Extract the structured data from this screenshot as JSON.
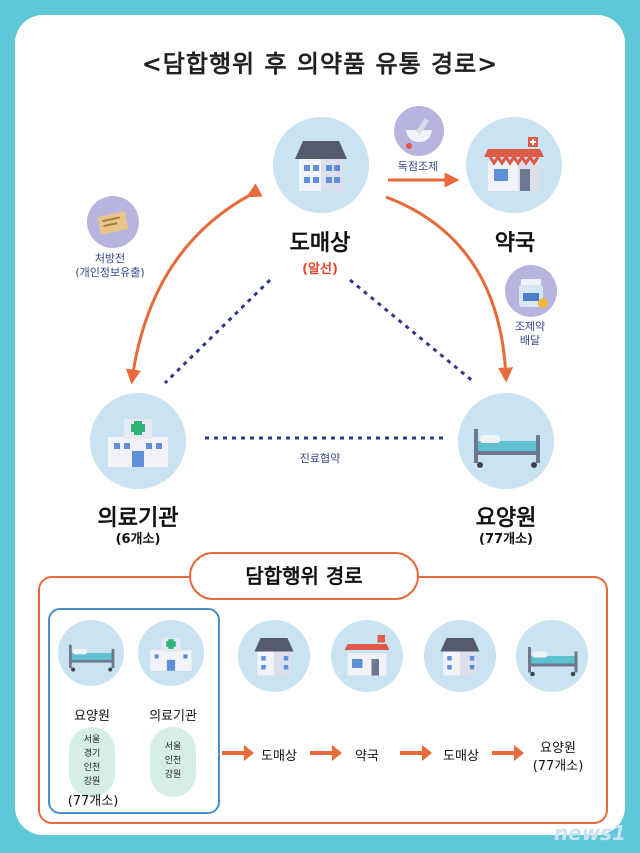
{
  "title": "<담합행위 후 의약품 유통 경로>",
  "nodes": {
    "wholesaler": {
      "label": "도매상",
      "sub": "(알선)"
    },
    "pharmacy": {
      "label": "약국"
    },
    "medical": {
      "label": "의료기관",
      "sub": "(6개소)"
    },
    "nursing": {
      "label": "요양원",
      "sub": "(77개소)"
    }
  },
  "edges": {
    "prescription": {
      "line1": "처방전",
      "line2": "(개인정보유출)"
    },
    "exclusive": "독점조제",
    "delivery": {
      "line1": "조제약",
      "line2": "배달"
    },
    "cooperation": "진료협약"
  },
  "route": {
    "title": "담합행위 경로",
    "group": {
      "nursing_label": "요양원",
      "nursing_regions": [
        "서울",
        "경기",
        "인천",
        "강원"
      ],
      "medical_label": "의료기관",
      "medical_regions": [
        "서울",
        "인천",
        "강원"
      ],
      "count": "(77개소)"
    },
    "steps": [
      "도매상",
      "약국",
      "도매상",
      "요양원"
    ],
    "last_sub": "(77개소)"
  },
  "watermark": "news1",
  "colors": {
    "accent": "#e86a3a",
    "navy": "#2f3a86",
    "frame": "#5ec8d8",
    "circle": "#c9e3f3"
  },
  "icons": [
    "building-icon",
    "pharmacy-icon",
    "hospital-icon",
    "hospital-bed-icon",
    "mortar-icon",
    "document-icon",
    "medicine-bottle-icon",
    "arrow-right-icon"
  ]
}
